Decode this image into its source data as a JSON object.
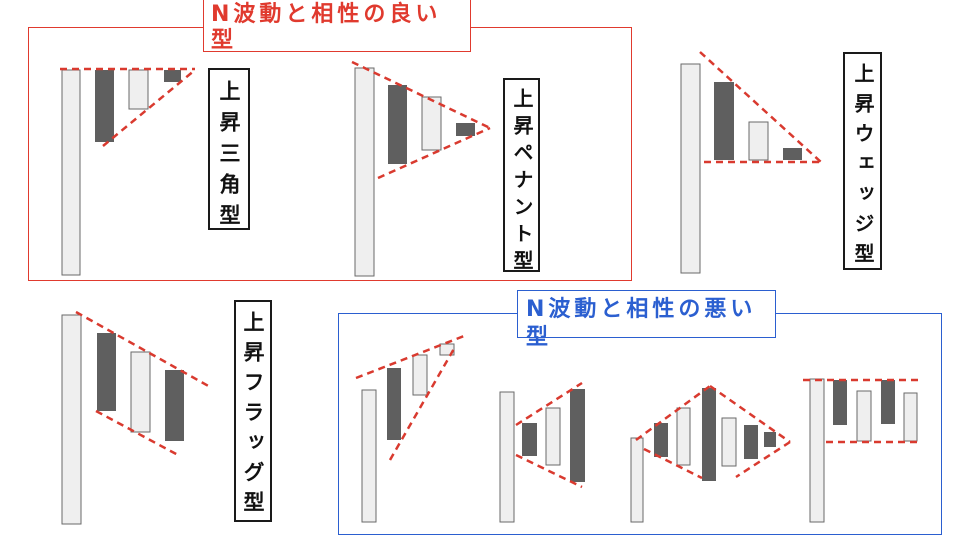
{
  "colors": {
    "good": "#e03a2e",
    "bad": "#2b5fd0",
    "dash": "#d93a2f",
    "light_bar": "#efefef",
    "dark_bar": "#5f5f5f"
  },
  "good_group": {
    "title": "N波動と相性の良い型"
  },
  "bad_group": {
    "title": "N波動と相性の悪い型"
  },
  "patterns": {
    "ascending_triangle": {
      "label": "上昇三角型"
    },
    "ascending_pennant": {
      "label": "上昇ペナント型"
    },
    "ascending_wedge": {
      "label": "上昇ウェッジ型"
    },
    "ascending_flag": {
      "label": "上昇フラッグ型"
    }
  }
}
